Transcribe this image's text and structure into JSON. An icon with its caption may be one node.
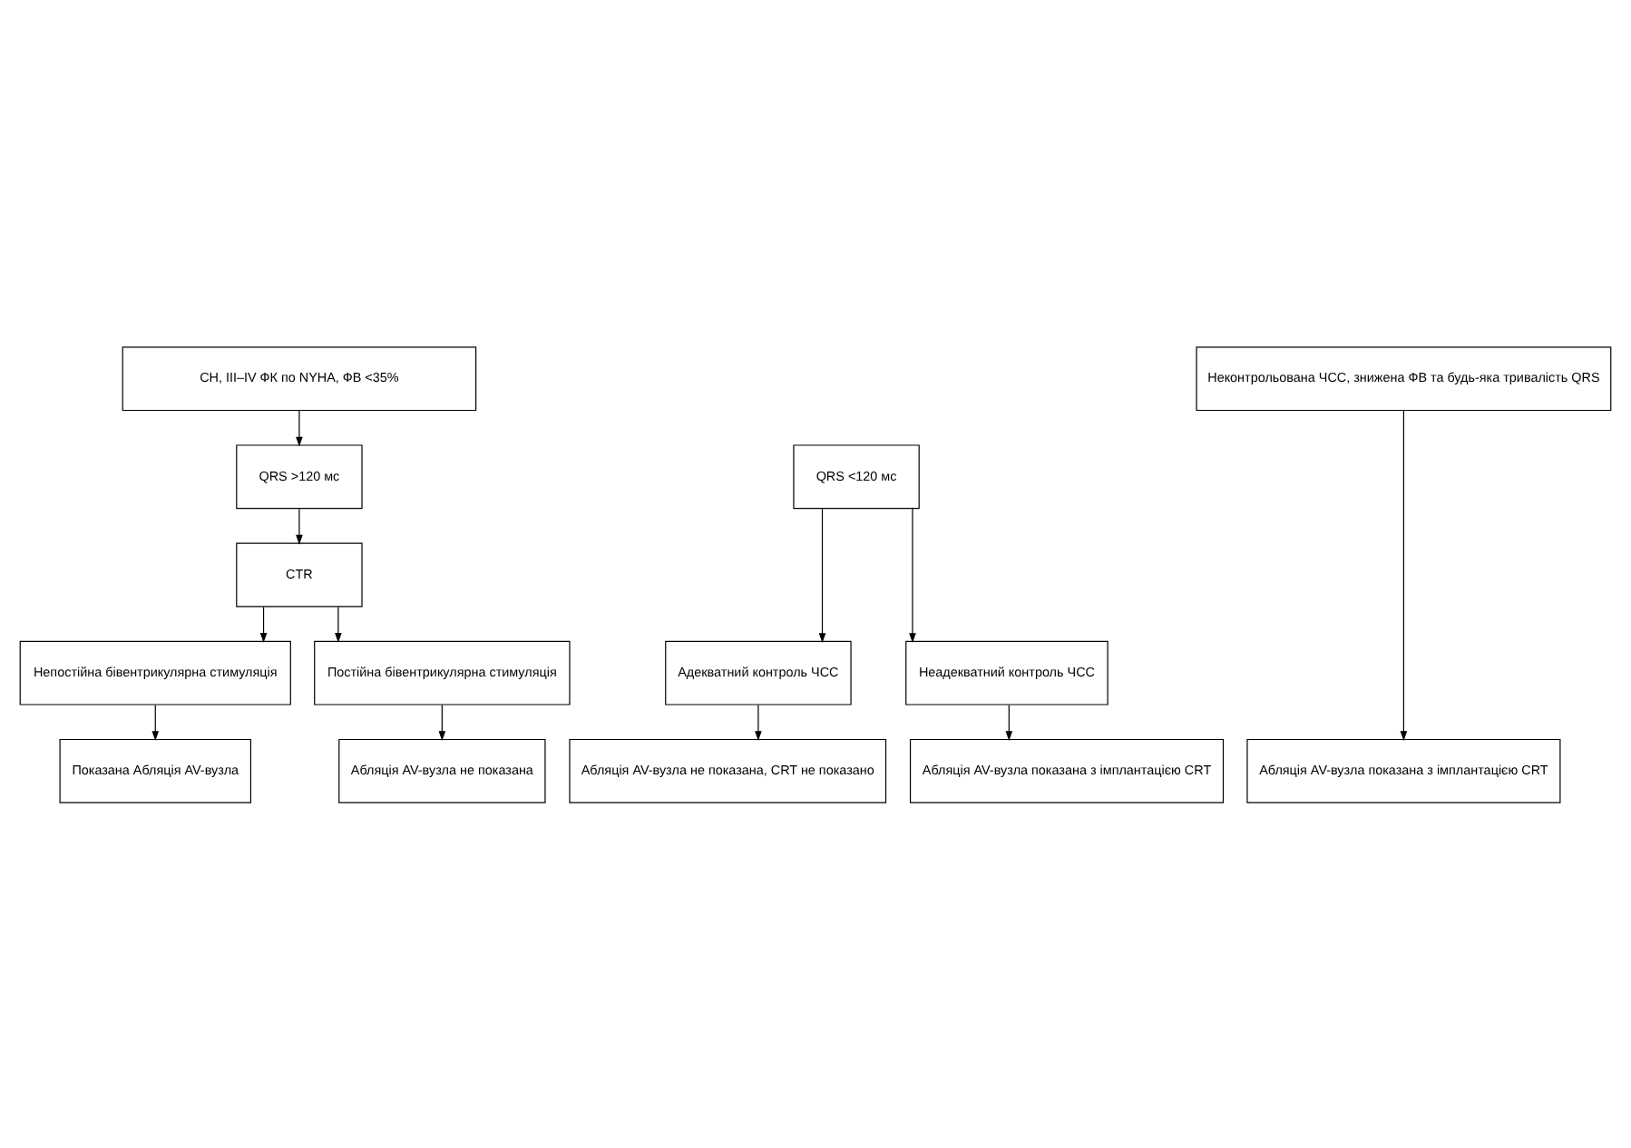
{
  "diagram": {
    "nodes": [
      {
        "text": [
          "СН, III–IV ФК по NYHA, ФВ <35%"
        ]
      },
      {
        "text": [
          "QRS >120 мс"
        ]
      },
      {
        "text": [
          "QRS <120 мс"
        ]
      },
      {
        "text": [
          "Неконтрольована ЧСС, знижена ФВ та будь-яка тривалість QRS"
        ]
      },
      {
        "text": [
          "CTR"
        ]
      },
      {
        "text": [
          "Непостійна бівентрикулярна стимуляція"
        ]
      },
      {
        "text": [
          "Постійна бівентрикулярна стимуляція"
        ]
      },
      {
        "text": [
          "Адекватний контроль ЧСС"
        ]
      },
      {
        "text": [
          "Неадекватний контроль ЧСС"
        ]
      },
      {
        "text": [
          "Показана Абляція AV-вузла"
        ]
      },
      {
        "text": [
          "Абляція AV-вузла не показана"
        ]
      },
      {
        "text": [
          "Абляція AV-вузла не показана, CRT не показано"
        ]
      },
      {
        "text": [
          "Абляція AV-вузла показана з імплантацією CRT"
        ]
      },
      {
        "text": [
          "Абляція AV-вузла показана з імплантацією CRT"
        ]
      }
    ],
    "edges": [
      {
        "from": 0,
        "to": 1,
        "arrow": "to"
      },
      {
        "from": 1,
        "to": 4,
        "arrow": "to"
      },
      {
        "from": 4,
        "to": 5,
        "arrow": "to"
      },
      {
        "from": 4,
        "to": 6,
        "arrow": "to"
      },
      {
        "from": 5,
        "to": 9,
        "arrow": "to"
      },
      {
        "from": 6,
        "to": 10,
        "arrow": "to"
      },
      {
        "from": 2,
        "to": 7,
        "arrow": "to"
      },
      {
        "from": 2,
        "to": 8,
        "arrow": "to"
      },
      {
        "from": 7,
        "to": 11,
        "arrow": "to"
      },
      {
        "from": 8,
        "to": 12,
        "arrow": "to"
      },
      {
        "from": 3,
        "to": 13,
        "arrow": "to"
      }
    ]
  }
}
